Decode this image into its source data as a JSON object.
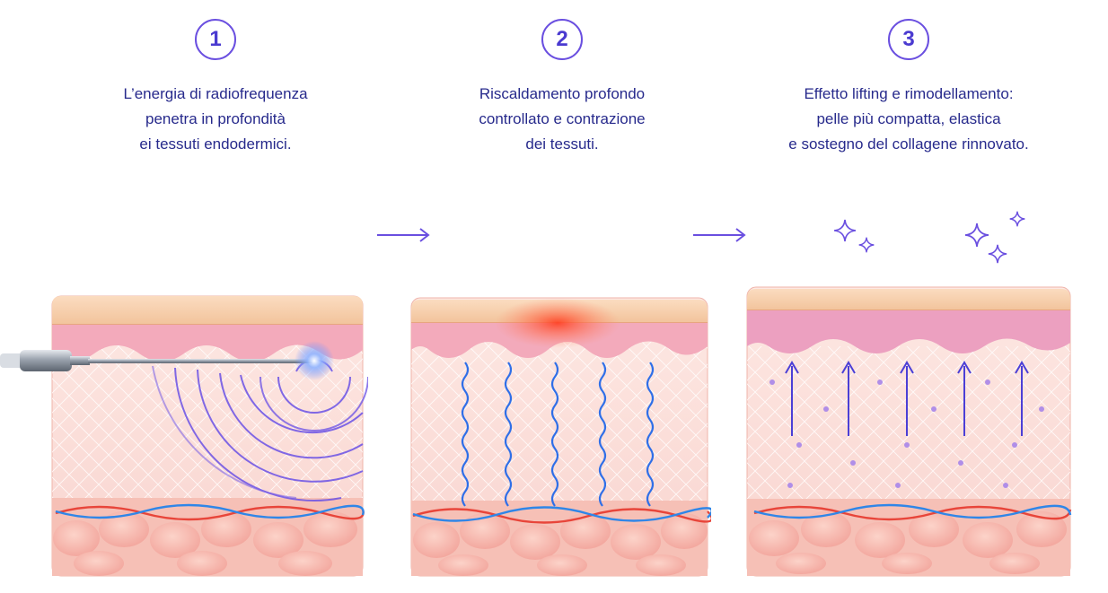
{
  "steps": [
    {
      "number": "1",
      "text": "L’energia di radiofrequenza\npenetra in profondità\nei tessuti endodermici."
    },
    {
      "number": "2",
      "text": "Riscaldamento profondo\ncontrollato e contrazione\ndei tessuti."
    },
    {
      "number": "3",
      "text": "Effetto lifting e rimodellamento:\npelle più compatta, elastica\ne sostegno del collagene rinnovato."
    }
  ],
  "colors": {
    "accent": "#6a4fe0",
    "text": "#272a8c",
    "epidermis": "#f4c9a4",
    "dermis": "#fbe4e0",
    "papillary": "#f2a3b6",
    "fat": "#f7b8ae",
    "heat": "#ff5a3c",
    "vessel_blue": "#2f6fe8",
    "vessel_red": "#e8453a"
  },
  "icons": [
    "arrow-right-icon",
    "sparkle-icon",
    "rf-probe-icon",
    "lift-arrow-icon"
  ]
}
